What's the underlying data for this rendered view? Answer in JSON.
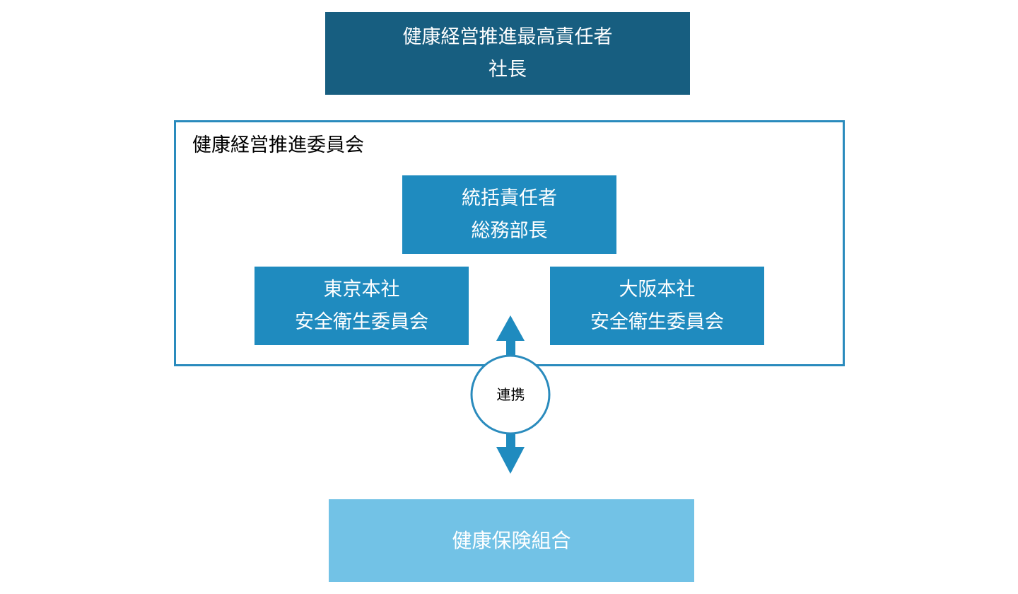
{
  "top": {
    "line1": "健康経営推進最高責任者",
    "line2": "社長"
  },
  "committee": {
    "title": "健康経営推進委員会"
  },
  "overall": {
    "line1": "統括責任者",
    "line2": "総務部長"
  },
  "tokyo": {
    "line1": "東京本社",
    "line2": "安全衛生委員会"
  },
  "osaka": {
    "line1": "大阪本社",
    "line2": "安全衛生委員会"
  },
  "link": {
    "label": "連携"
  },
  "bottom": {
    "label": "健康保険組合"
  },
  "colors": {
    "top_box": "#175e80",
    "committee_border": "#2a8bbd",
    "inner_boxes": "#1f8bbf",
    "arrow": "#1f8bbf",
    "bottom_box": "#72c2e6"
  }
}
